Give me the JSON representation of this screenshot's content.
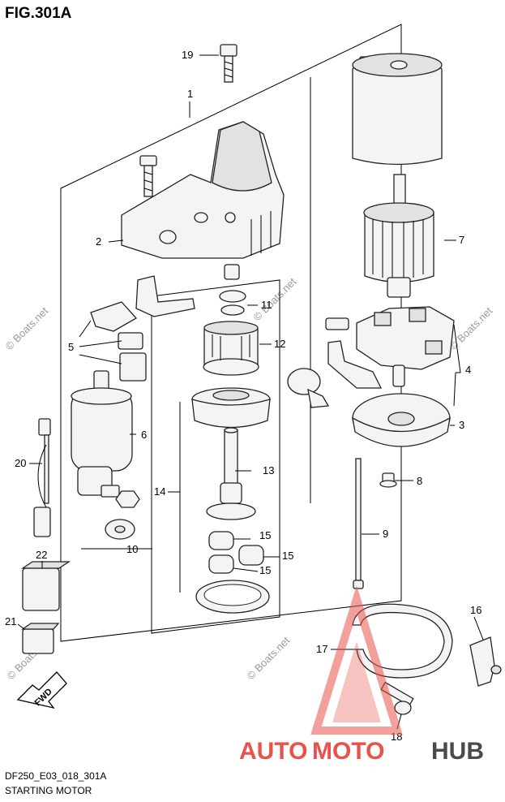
{
  "figure": {
    "title": "FIG.301A",
    "code": "DF250_E03_018_301A",
    "name": "STARTING MOTOR"
  },
  "callouts": [
    "1",
    "2",
    "3",
    "4",
    "5",
    "6",
    "7",
    "8",
    "9",
    "10",
    "11",
    "12",
    "13",
    "14",
    "15",
    "15",
    "15",
    "16",
    "17",
    "18",
    "19",
    "20",
    "21",
    "22"
  ],
  "watermarks": [
    "© Boats.net",
    "© Boats.net",
    "© Boats.net",
    "© Boats.net",
    "© Boats.net"
  ],
  "brand": {
    "part1": "AUTO",
    "part2": "MOTO",
    "part3": "HUB",
    "color_red": "#e8524a",
    "color_gray": "#4a4a4a",
    "color_triangle": "#e8524a"
  },
  "direction_arrow": "FWD"
}
